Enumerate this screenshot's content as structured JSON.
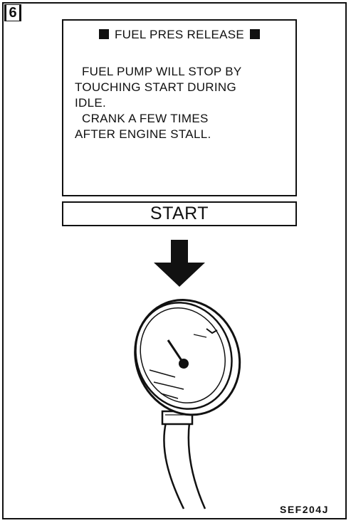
{
  "step_number": "6",
  "screen": {
    "title": "FUEL PRES RELEASE",
    "lines": [
      "FUEL PUMP WILL STOP BY",
      "TOUCHING START DURING",
      "IDLE.",
      "CRANK A FEW TIMES",
      "AFTER ENGINE STALL."
    ]
  },
  "start_button_label": "START",
  "figure_code": "SEF204J",
  "icons": [
    "down-arrow-icon",
    "fuel-pressure-gauge-icon"
  ]
}
